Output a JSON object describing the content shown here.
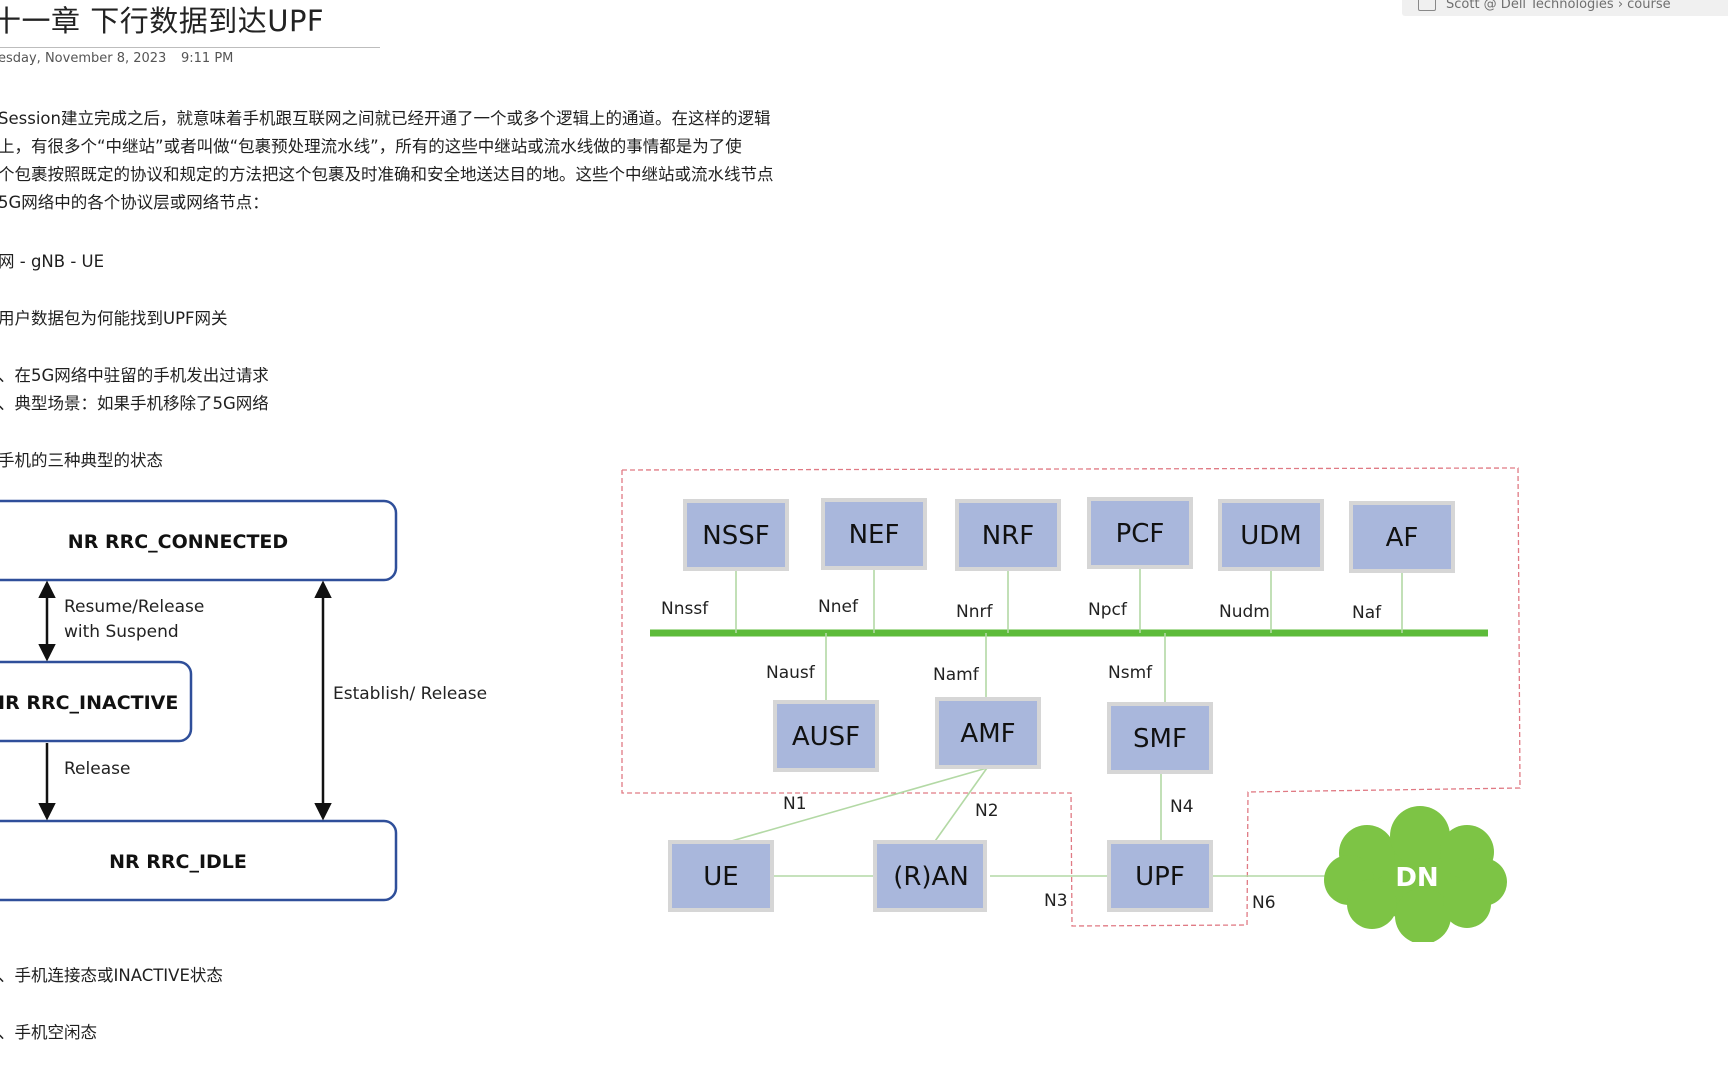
{
  "topbar": {
    "text": "Scott @ Dell Technologies › course"
  },
  "doc": {
    "title": "十一章 下行数据到达UPF",
    "date": "esday, November 8, 2023",
    "time": "9:11 PM",
    "paragraph": [
      "Session建立完成之后，就意味着手机跟互联网之间就已经开通了一个或多个逻辑上的通道。在这样的逻辑",
      "上，有很多个“中继站”或者叫做“包裹预处理流水线”，所有的这些中继站或流水线做的事情都是为了使",
      "个包裹按照既定的协议和规定的方法把这个包裹及时准确和安全地送达目的地。这些个中继站或流水线节点",
      "5G网络中的各个协议层或网络节点："
    ],
    "line_path": "网 - gNB - UE",
    "line_find": "用户数据包为何能找到UPF网关",
    "line_req1": "、在5G网络中驻留的手机发出过请求",
    "line_req2": "、典型场景：如果手机移除了5G网络",
    "line_states": "手机的三种典型的状态",
    "line_bottom1": "、手机连接态或INACTIVE状态",
    "line_bottom2": "、手机空闲态"
  },
  "rrc": {
    "connected": "NR RRC_CONNECTED",
    "inactive": "IR RRC_INACTIVE",
    "idle": "NR RRC_IDLE",
    "resume_1": "Resume/Release",
    "resume_2": "with Suspend",
    "release": "Release",
    "establish": "Establish/ Release"
  },
  "arch": {
    "nf": {
      "nssf": "NSSF",
      "nef": "NEF",
      "nrf": "NRF",
      "pcf": "PCF",
      "udm": "UDM",
      "af": "AF",
      "ausf": "AUSF",
      "amf": "AMF",
      "smf": "SMF",
      "ue": "UE",
      "ran": "(R)AN",
      "upf": "UPF",
      "dn": "DN"
    },
    "iface": {
      "nnssf": "Nnssf",
      "nnef": "Nnef",
      "nnrf": "Nnrf",
      "npcf": "Npcf",
      "nudm": "Nudm",
      "naf": "Naf",
      "nausf": "Nausf",
      "namf": "Namf",
      "nsmf": "Nsmf",
      "n1": "N1",
      "n2": "N2",
      "n3": "N3",
      "n4": "N4",
      "n6": "N6"
    },
    "colors": {
      "box": "#a9b7dc",
      "box_border": "#d6d6d6",
      "bus": "#5dbb3a",
      "link": "#b3d9a5",
      "dashed": "#e07a84",
      "cloud": "#7dc445"
    }
  }
}
